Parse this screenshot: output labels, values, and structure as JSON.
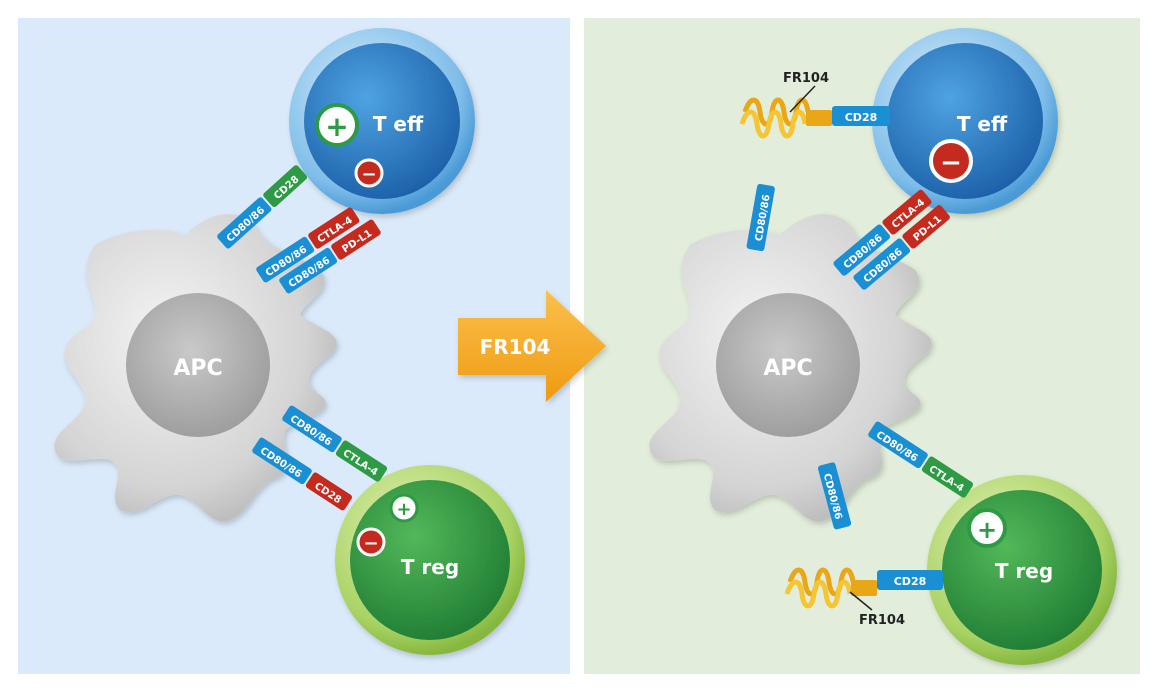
{
  "arrow": {
    "label": "FR104",
    "color": "#f5a31a"
  },
  "panels": {
    "left": {
      "background": "#dbeafa"
    },
    "right": {
      "background": "#e2eedb"
    }
  },
  "cells": {
    "apc": {
      "label": "APC"
    },
    "teff": {
      "label": "T eff"
    },
    "treg": {
      "label": "T reg"
    }
  },
  "molecules": {
    "cd80_86": "CD80/86",
    "cd28": "CD28",
    "ctla4": "CTLA-4",
    "pdl1": "PD-L1",
    "fr104": "FR104"
  },
  "signals": {
    "plus": "+",
    "minus": "−"
  },
  "colors": {
    "receptor_blue": "#1a8fd4",
    "activating_green": "#2e9a45",
    "inhibitory_red": "#c52a1e",
    "fr104_gold": "#f2b622",
    "teff_blue": "#2c7dc5",
    "treg_green": "#3a9d3f"
  }
}
